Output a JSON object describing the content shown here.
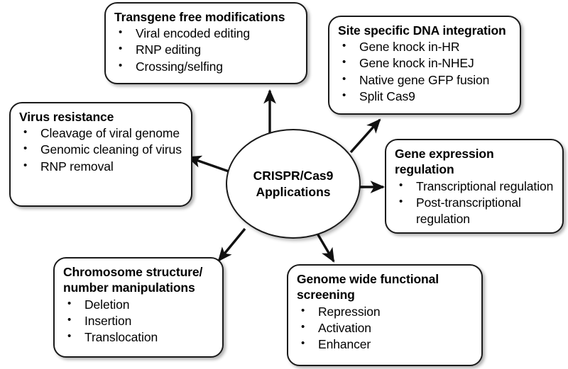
{
  "diagram": {
    "center": {
      "line1": "CRISPR/Cas9",
      "line2": "Applications"
    },
    "nodes": [
      {
        "id": "transgene-free-modifications",
        "title": "Transgene free modifications",
        "items": [
          "Viral encoded editing",
          "RNP editing",
          "Crossing/selfing"
        ]
      },
      {
        "id": "site-specific-dna-integration",
        "title": "Site specific DNA integration",
        "items": [
          "Gene knock in-HR",
          "Gene knock in-NHEJ",
          "Native gene GFP fusion",
          "Split Cas9"
        ]
      },
      {
        "id": "gene-expression-regulation",
        "title": "Gene expression regulation",
        "items": [
          "Transcriptional regulation",
          "Post-transcriptional regulation"
        ]
      },
      {
        "id": "genome-wide-functional-screening",
        "title": "Genome wide functional screening",
        "items": [
          "Repression",
          "Activation",
          "Enhancer"
        ]
      },
      {
        "id": "chromosome-structure-number-manipulations",
        "title": "Chromosome structure/ number manipulations",
        "items": [
          "Deletion",
          "Insertion",
          "Translocation"
        ]
      },
      {
        "id": "virus-resistance",
        "title": "Virus resistance",
        "items": [
          "Cleavage of viral genome",
          "Genomic cleaning of virus",
          "RNP removal"
        ]
      }
    ],
    "connectors": [
      {
        "id": "arrow-to-transgene-free-modifications",
        "direction": "up"
      },
      {
        "id": "arrow-to-site-specific-dna-integration",
        "direction": "up-right"
      },
      {
        "id": "arrow-to-gene-expression-regulation",
        "direction": "right"
      },
      {
        "id": "arrow-to-genome-wide-functional-screening",
        "direction": "down-right"
      },
      {
        "id": "arrow-to-chromosome-structure",
        "direction": "down-left"
      },
      {
        "id": "arrow-to-virus-resistance",
        "direction": "left"
      }
    ],
    "colors": {
      "stroke": "#1a1a1a",
      "fill": "#ffffff",
      "text": "#000000"
    }
  }
}
